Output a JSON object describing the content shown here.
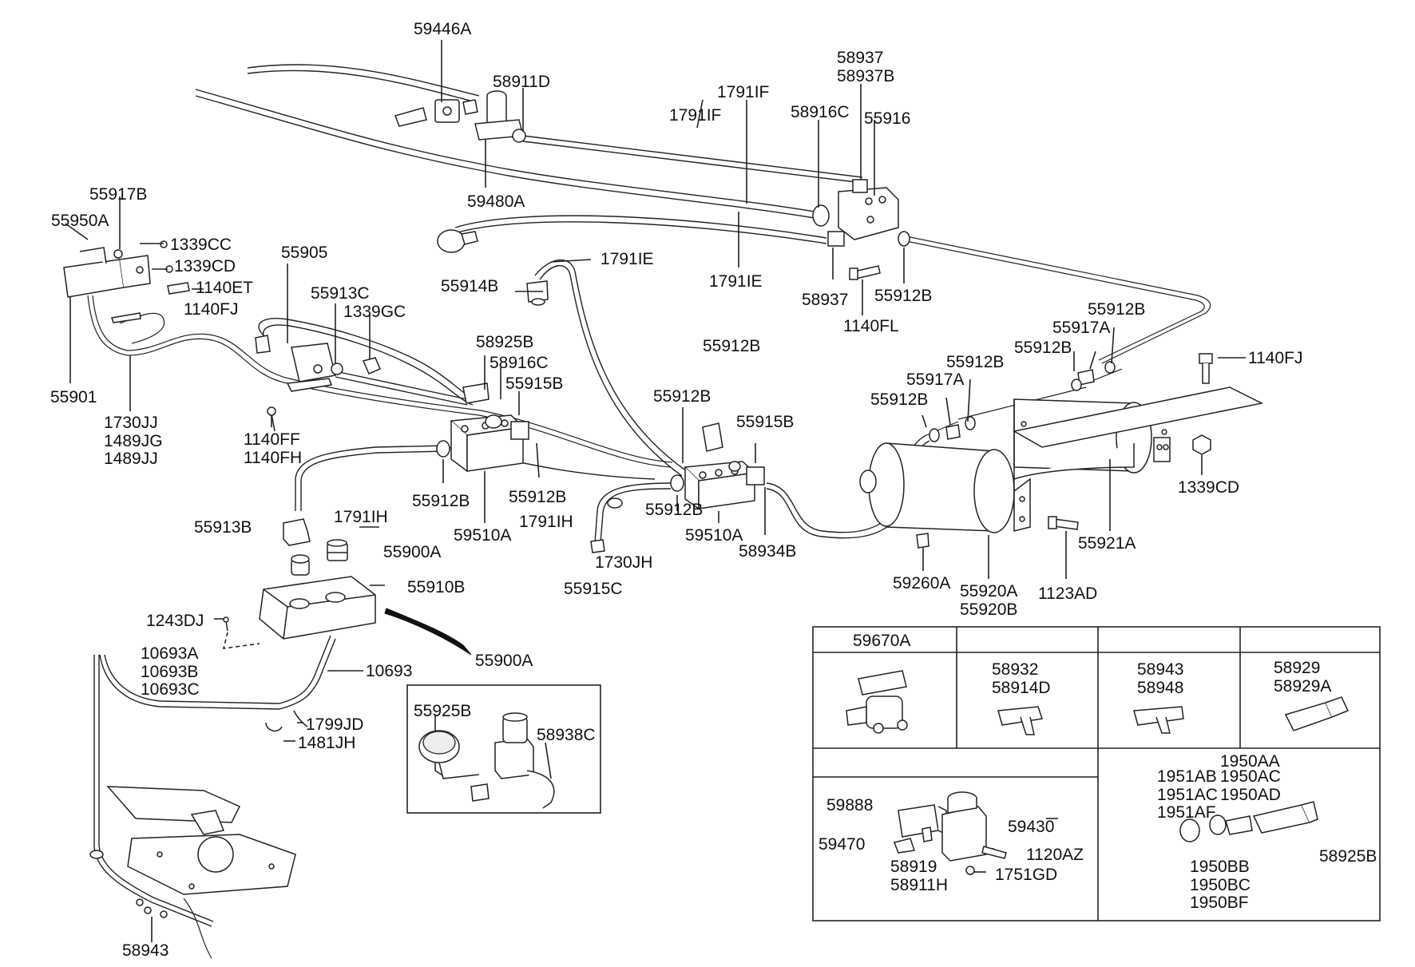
{
  "colors": {
    "ink": "#222222",
    "background": "#ffffff"
  },
  "callouts": {
    "c59446A": "59446A",
    "c58911D": "58911D",
    "c58937": "58937",
    "c58937B": "58937B",
    "c1791IF_a": "1791IF",
    "c1791IF_b": "1791IF",
    "c58916C_top": "58916C",
    "c55916": "55916",
    "c59480A": "59480A",
    "c55917B": "55917B",
    "c55950A": "55950A",
    "c1339CC": "1339CC",
    "c1339CD_left": "1339CD",
    "c1140ET": "1140ET",
    "c1140FJ_left": "1140FJ",
    "c55901": "55901",
    "c55905": "55905",
    "c55913C": "55913C",
    "c1339GC": "1339GC",
    "c1791IE_a": "1791IE",
    "c55914B": "55914B",
    "c1791IE_b": "1791IE",
    "c58937_low": "58937",
    "c55912B_top": "55912B",
    "c1140FL": "1140FL",
    "c58925B_mid": "58925B",
    "c58916C_mid": "58916C",
    "c55915B_a": "55915B",
    "c55912B_1": "55912B",
    "c55912B_2": "55912B",
    "c55915B_b": "55915B",
    "c55912B_3": "55912B",
    "c55917A_top": "55917A",
    "c55912B_4": "55912B",
    "c55912B_5": "55912B",
    "c55917A_mid": "55917A",
    "c55912B_6": "55912B",
    "c1140FJ_right": "1140FJ",
    "c1730JJ": "1730JJ",
    "c1489JG": "1489JG",
    "c1489JJ": "1489JJ",
    "c1140FF": "1140FF",
    "c1140FH": "1140FH",
    "c55912B_7": "55912B",
    "c55912B_8": "55912B",
    "c55912B_9": "55912B",
    "c59510A_a": "59510A",
    "c59510A_b": "59510A",
    "c58934B": "58934B",
    "c1791IH_a": "1791IH",
    "c1791IH_b": "1791IH",
    "c55913B": "55913B",
    "c1730JH": "1730JH",
    "c55915C": "55915C",
    "c55900A_top": "55900A",
    "c55910B": "55910B",
    "c59260A": "59260A",
    "c55920A": "55920A",
    "c55920B": "55920B",
    "c1123AD": "1123AD",
    "c55921A": "55921A",
    "c1339CD_right": "1339CD",
    "c1243DJ": "1243DJ",
    "c10693A": "10693A",
    "c10693B": "10693B",
    "c10693C": "10693C",
    "c10693": "10693",
    "c55900A_mid": "55900A",
    "c1799JD": "1799JD",
    "c1481JH": "1481JH",
    "c58943_bottom": "58943",
    "c55925B": "55925B",
    "c58938C": "58938C"
  },
  "legend": {
    "cell_59670A": "59670A",
    "cell_58932": "58932",
    "cell_58914D": "58914D",
    "cell_58943": "58943",
    "cell_58948": "58948",
    "cell_58929": "58929",
    "cell_58929A": "58929A",
    "cell_59888": "59888",
    "cell_59430": "59430",
    "cell_59470": "59470",
    "cell_1120AZ": "1120AZ",
    "cell_58919": "58919",
    "cell_58911H": "58911H",
    "cell_1751GD": "1751GD",
    "cell_1950AA": "1950AA",
    "cell_1951AB": "1951AB",
    "cell_1950AC": "1950AC",
    "cell_1951AC": "1951AC",
    "cell_1950AD": "1950AD",
    "cell_1951AF": "1951AF",
    "cell_58925B": "58925B",
    "cell_1950BB": "1950BB",
    "cell_1950BC": "1950BC",
    "cell_1950BF": "1950BF"
  }
}
